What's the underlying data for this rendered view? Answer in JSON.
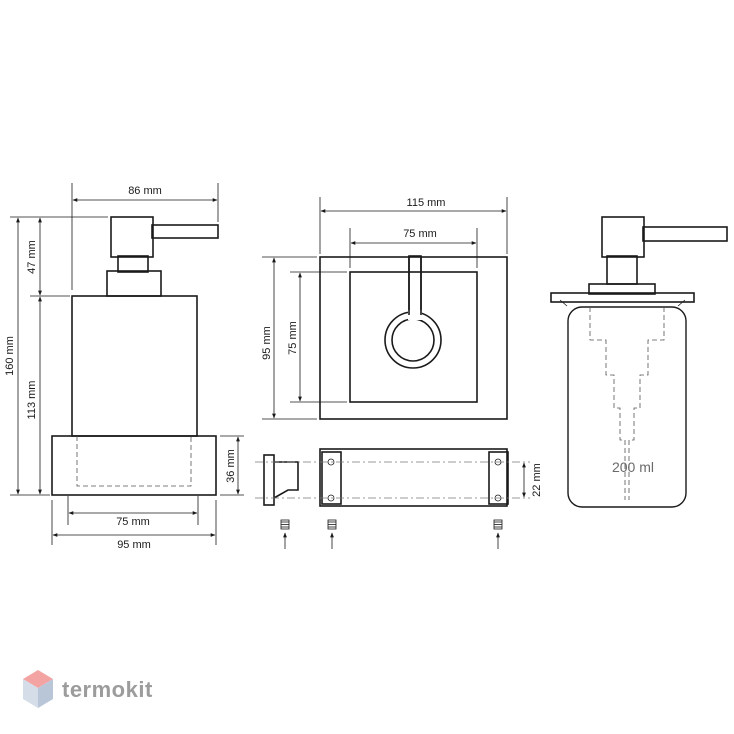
{
  "dimensions": {
    "front_width_top": "86 mm",
    "front_height_total": "160 mm",
    "front_height_top": "47 mm",
    "front_height_body": "113 mm",
    "front_height_base": "36 mm",
    "front_width_inner": "75 mm",
    "front_width_base": "95 mm",
    "top_width_outer": "115 mm",
    "top_width_inner": "75 mm",
    "top_height_outer": "95 mm",
    "top_height_inner": "75 mm",
    "mount_spacing": "22 mm"
  },
  "capacity_label": "200 ml",
  "logo": {
    "text": "termokit"
  },
  "colors": {
    "line": "#1a1a1a",
    "logo_text": "#9c9c9c",
    "logo_cube_top": "#f4a3a3",
    "logo_cube_left": "#d4dde8",
    "logo_cube_right": "#b8c6d8"
  }
}
